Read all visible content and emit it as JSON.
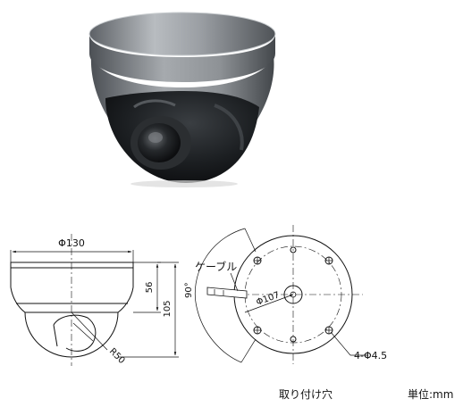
{
  "drawing": {
    "side_view": {
      "diameter_label": "Φ130",
      "height_upper_label": "56",
      "height_total_label": "105",
      "radius_label": "R50"
    },
    "top_view": {
      "angle_label": "90°",
      "cable_label": "ケーブル",
      "bolt_circle_label": "Φ107",
      "holes_label": "4-Φ4.5"
    },
    "captions": {
      "mount_holes": "取り付け穴",
      "unit": "単位:mm"
    }
  },
  "colors": {
    "camera_body": "#8c9094",
    "camera_dome": "#1c1f22",
    "line": "#111111"
  },
  "icons": {
    "hole": "crossed-circle-icon",
    "arrow": "dimension-arrow-icon"
  }
}
